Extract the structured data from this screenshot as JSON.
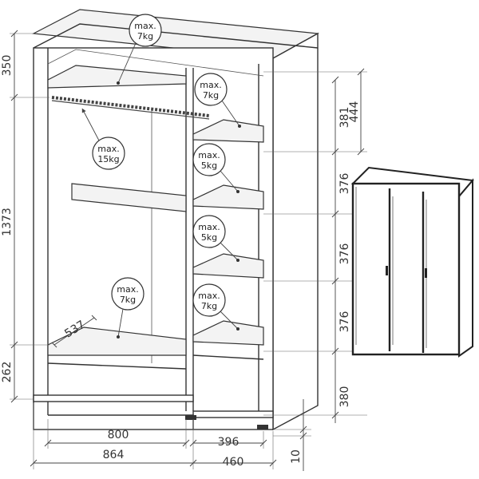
{
  "dimensions": {
    "top_height": "350",
    "middle_height": "1373",
    "bottom_height": "262",
    "depth_diag": "537",
    "shelf_1": "381",
    "shelf_group": "444",
    "shelf_2": "376",
    "shelf_3": "376",
    "shelf_4": "376",
    "shelf_bottom": "380",
    "inner_width_left": "800",
    "outer_width_left": "864",
    "inner_width_right": "396",
    "outer_width_right": "460",
    "plinth": "10"
  },
  "loads": [
    {
      "line1": "max.",
      "line2": "7kg"
    },
    {
      "line1": "max.",
      "line2": "15kg"
    },
    {
      "line1": "max.",
      "line2": "7kg"
    },
    {
      "line1": "max.",
      "line2": "7kg"
    },
    {
      "line1": "max.",
      "line2": "5kg"
    },
    {
      "line1": "max.",
      "line2": "5kg"
    },
    {
      "line1": "max.",
      "line2": "7kg"
    }
  ]
}
